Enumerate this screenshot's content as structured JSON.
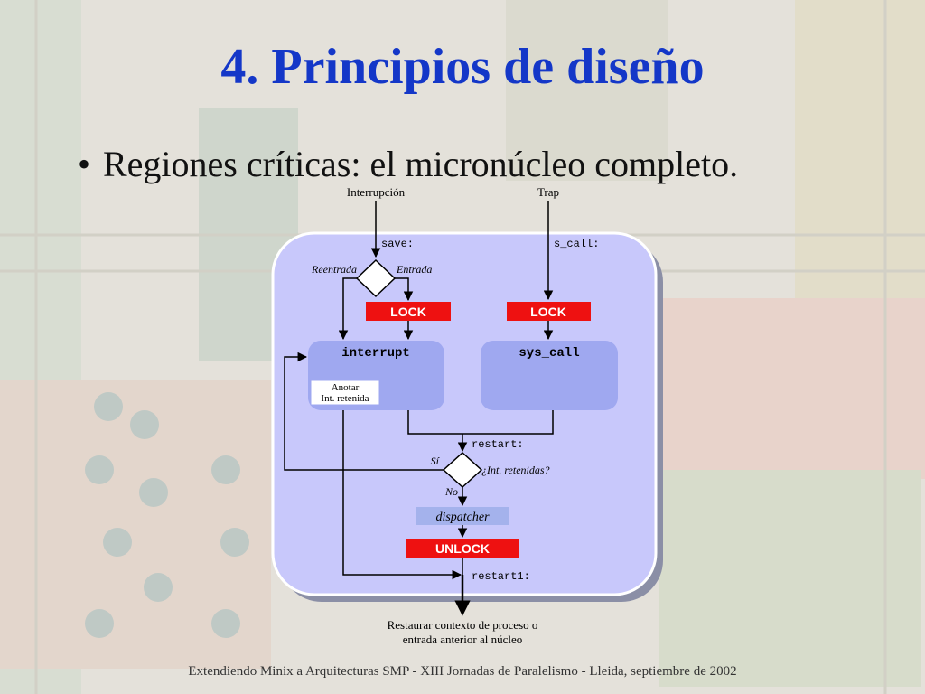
{
  "slide": {
    "title": "4. Principios de diseño",
    "bullet": "Regiones críticas: el micronúcleo completo.",
    "footer": "Extendiendo Minix a Arquitecturas SMP - XIII Jornadas de Paralelismo - Lleida, septiembre de 2002"
  },
  "diagram": {
    "entry_interrupt": "Interrupción",
    "entry_trap": "Trap",
    "label_save": "save:",
    "label_scall": "s_call:",
    "branch_reentry": "Reentrada",
    "branch_entry": "Entrada",
    "lock_left": "LOCK",
    "lock_right": "LOCK",
    "box_interrupt": "interrupt",
    "box_syscall": "sys_call",
    "note_line1": "Anotar",
    "note_line2": "Int. retenida",
    "label_restart": "restart:",
    "branch_yes": "Sí",
    "branch_no": "No",
    "question": "¿Int. retenidas?",
    "dispatcher": "dispatcher",
    "unlock": "UNLOCK",
    "label_restart1": "restart1:",
    "exit_line1": "Restaurar contexto de proceso o",
    "exit_line2": "entrada anterior al núcleo"
  },
  "colors": {
    "title": "#1437c8",
    "panel": "#c8c8fb",
    "box": "#9fa8f0",
    "lock": "#ee1111",
    "dispatcher": "#a4b2ec"
  }
}
